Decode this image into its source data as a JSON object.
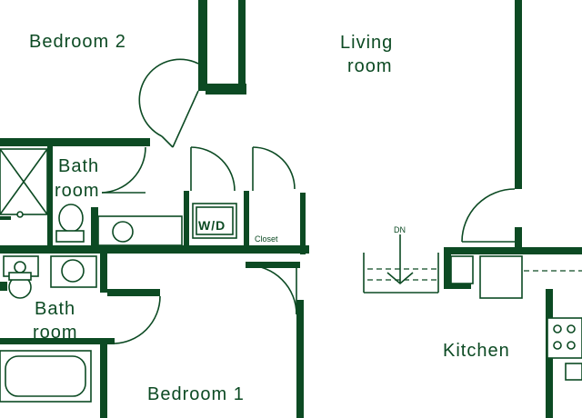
{
  "rooms": {
    "bedroom2": "Bedroom 2",
    "living_line1": "Living",
    "living_line2": "room",
    "bath_upper_line1": "Bath",
    "bath_upper_line2": "room",
    "bath_lower_line1": "Bath",
    "bath_lower_line2": "room",
    "kitchen": "Kitchen",
    "bedroom1": "Bedroom 1"
  },
  "fixtures": {
    "washer_dryer": "W/D",
    "closet": "Closet",
    "stair_direction": "DN"
  },
  "colors": {
    "wall": "#0c4a23",
    "background": "#ffffff"
  }
}
